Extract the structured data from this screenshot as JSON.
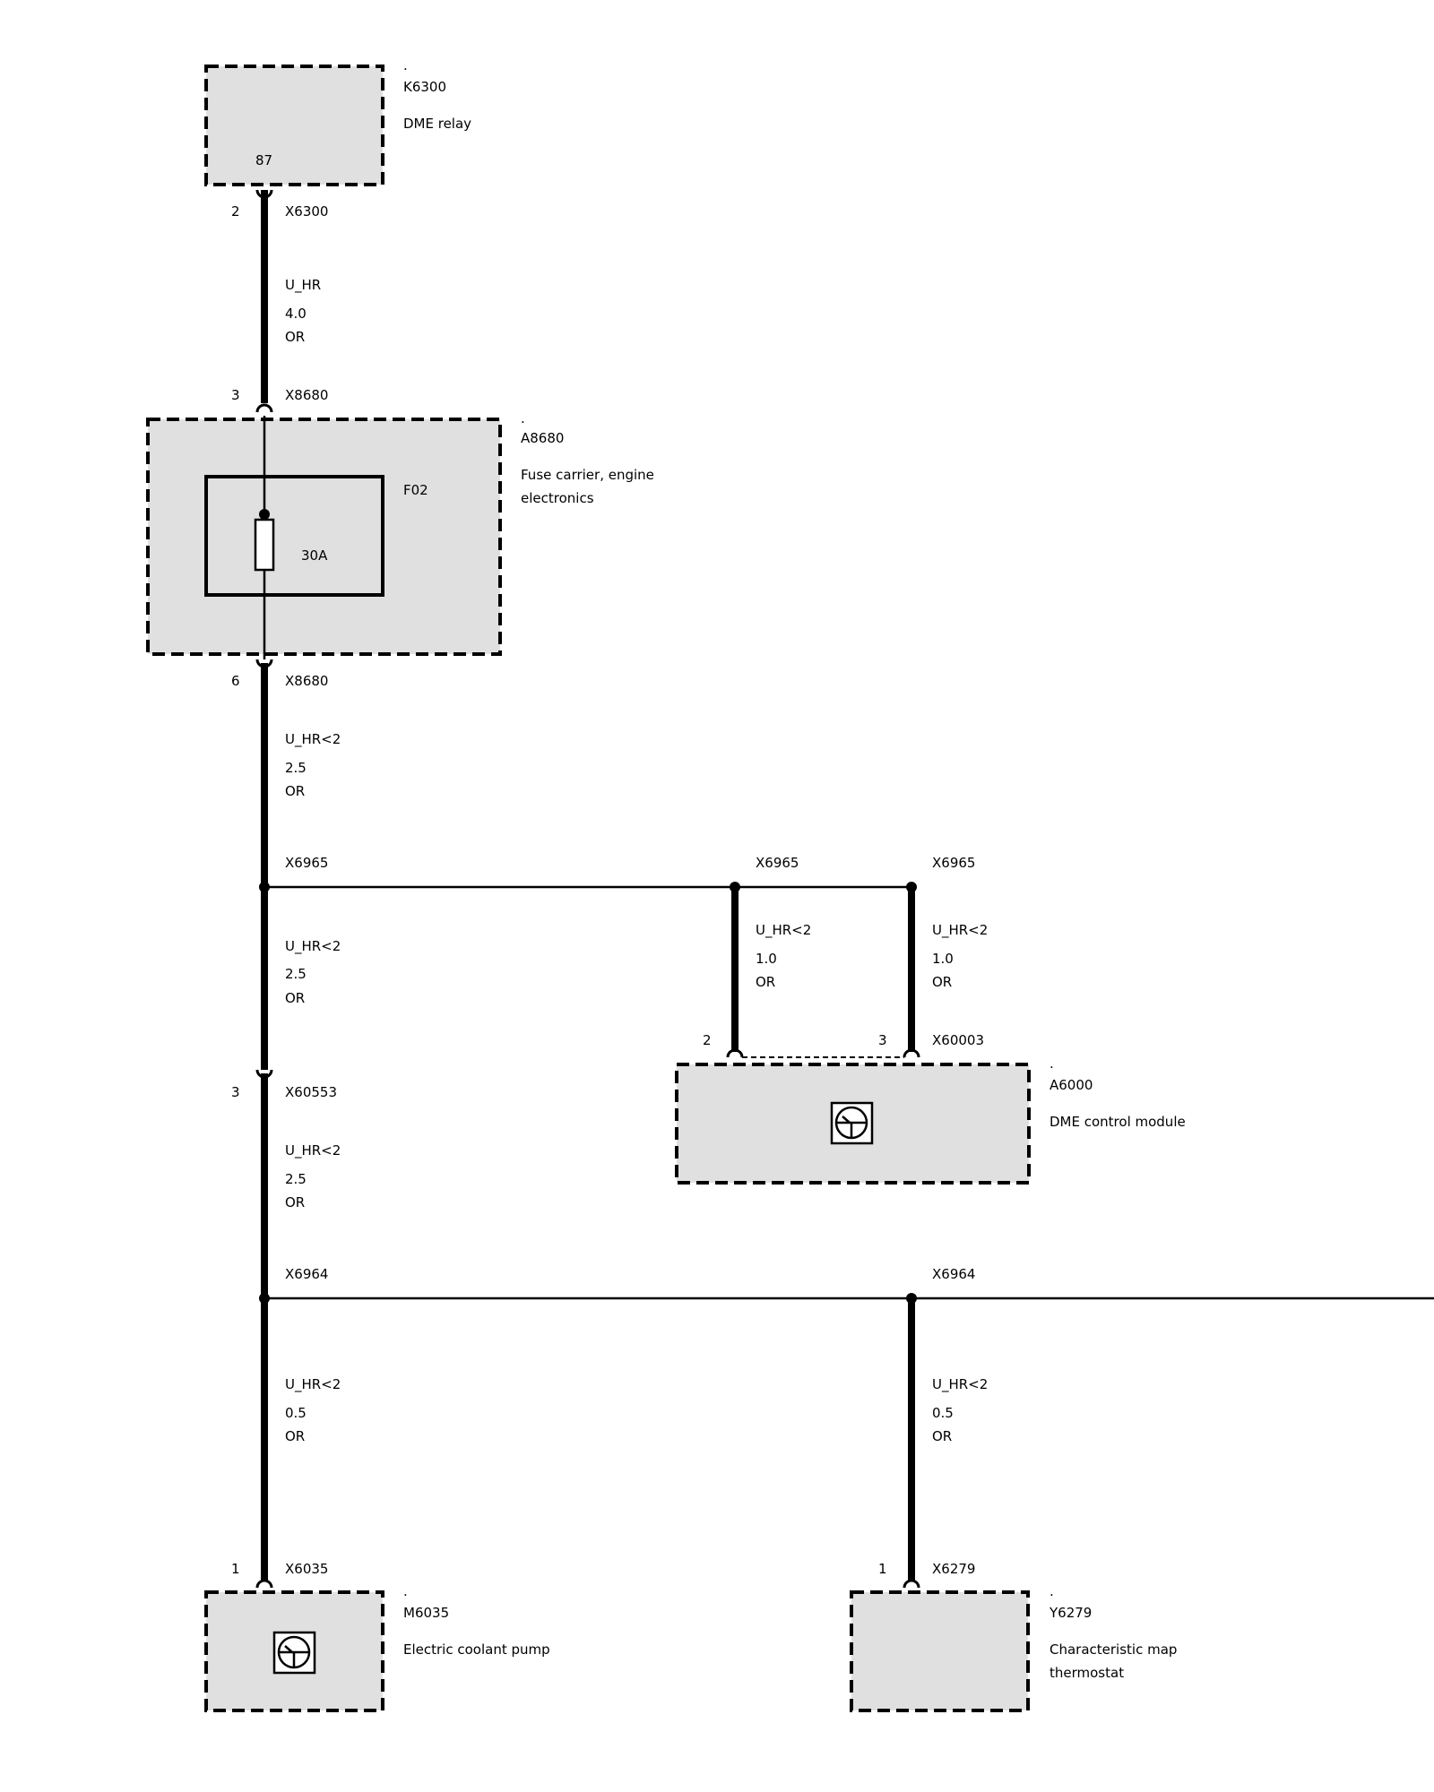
{
  "components": {
    "k6300": {
      "dot": ".",
      "id": "K6300",
      "name": "DME relay",
      "pin": "87"
    },
    "a8680": {
      "dot": ".",
      "id": "A8680",
      "name_line1": "Fuse carrier, engine",
      "name_line2": "electronics",
      "fuse_id": "F02",
      "fuse_rating": "30A"
    },
    "a6000": {
      "dot": ".",
      "id": "A6000",
      "name": "DME control module"
    },
    "m6035": {
      "dot": ".",
      "id": "M6035",
      "name": "Electric coolant pump"
    },
    "y6279": {
      "dot": ".",
      "id": "Y6279",
      "name_line1": "Characteristic map",
      "name_line2": "thermostat"
    }
  },
  "connectors": {
    "x6300": {
      "pin": "2",
      "id": "X6300"
    },
    "x8680_in": {
      "pin": "3",
      "id": "X8680"
    },
    "x8680_out": {
      "pin": "6",
      "id": "X8680"
    },
    "x6965_main": {
      "id": "X6965"
    },
    "x6965_mid": {
      "id": "X6965"
    },
    "x6965_right": {
      "id": "X6965"
    },
    "x60003": {
      "pin_a": "2",
      "pin_b": "3",
      "id": "X60003"
    },
    "x60553": {
      "pin": "3",
      "id": "X60553"
    },
    "x6964_left": {
      "id": "X6964"
    },
    "x6964_right": {
      "id": "X6964"
    },
    "x6035": {
      "pin": "1",
      "id": "X6035"
    },
    "x6279": {
      "pin": "1",
      "id": "X6279"
    }
  },
  "wires": {
    "w1": {
      "signal": "U_HR",
      "size": "4.0",
      "color": "OR"
    },
    "w2": {
      "signal": "U_HR<2",
      "size": "2.5",
      "color": "OR"
    },
    "w3": {
      "signal": "U_HR<2",
      "size": "2.5",
      "color": "OR"
    },
    "w4": {
      "signal": "U_HR<2",
      "size": "1.0",
      "color": "OR"
    },
    "w5": {
      "signal": "U_HR<2",
      "size": "1.0",
      "color": "OR"
    },
    "w6": {
      "signal": "U_HR<2",
      "size": "2.5",
      "color": "OR"
    },
    "w7": {
      "signal": "U_HR<2",
      "size": "0.5",
      "color": "OR"
    },
    "w8": {
      "signal": "U_HR<2",
      "size": "0.5",
      "color": "OR"
    }
  }
}
